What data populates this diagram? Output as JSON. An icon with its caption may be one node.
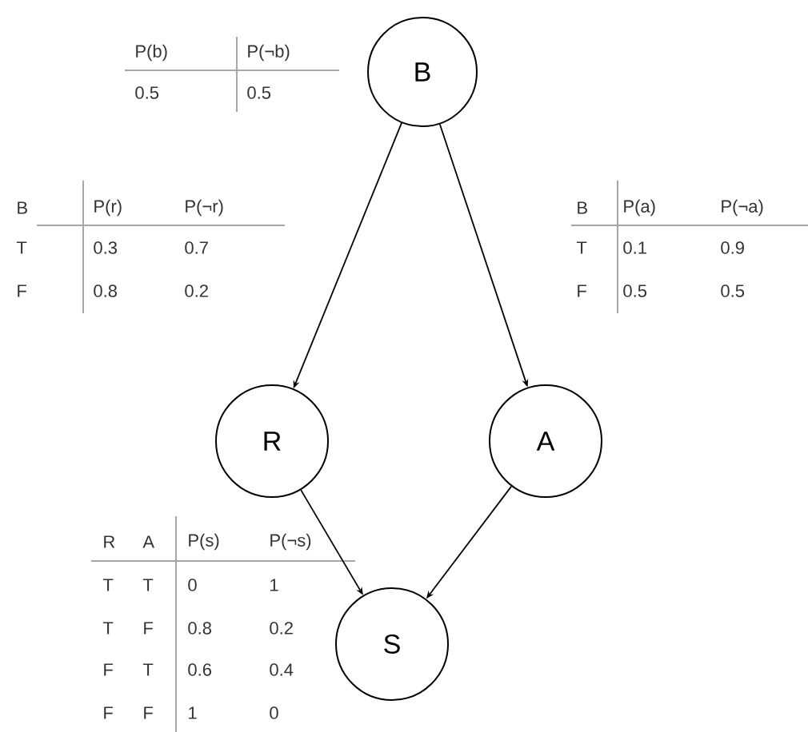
{
  "diagram": {
    "nodes": [
      {
        "text": [
          "B"
        ]
      },
      {
        "text": [
          "R"
        ]
      },
      {
        "text": [
          "A"
        ]
      },
      {
        "text": [
          "S"
        ]
      }
    ],
    "edges": [
      {
        "from": 0,
        "to": 1,
        "arrow": "to"
      },
      {
        "from": 0,
        "to": 2,
        "arrow": "to"
      },
      {
        "from": 1,
        "to": 3,
        "arrow": "to"
      },
      {
        "from": 2,
        "to": 3,
        "arrow": "to"
      }
    ],
    "labels": [
      "P(b)",
      "P(¬b)",
      "0.5",
      "0.5",
      "B",
      "P(r)",
      "P(¬r)",
      "T",
      "0.3",
      "0.7",
      "F",
      "0.8",
      "0.2",
      "B",
      "P(a)",
      "P(¬a)",
      "T",
      "0.1",
      "0.9",
      "F",
      "0.5",
      "0.5",
      "R",
      "A",
      "P(s)",
      "P(¬s)",
      "T",
      "T",
      "0",
      "1",
      "T",
      "F",
      "0.8",
      "0.2",
      "F",
      "T",
      "0.6",
      "0.4",
      "F",
      "F",
      "1",
      "0"
    ]
  }
}
